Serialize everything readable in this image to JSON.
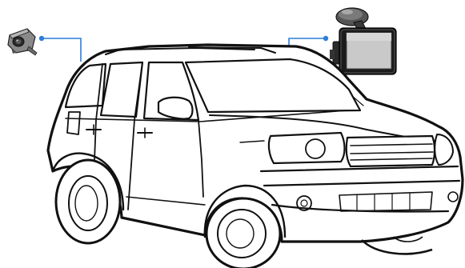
{
  "diagram": {
    "subject": "suv-line-drawing",
    "callouts": [
      {
        "id": "rear-camera",
        "icon": "backup-camera-icon",
        "points_to": "rear-of-vehicle"
      },
      {
        "id": "gps-monitor",
        "icon": "gps-monitor-icon",
        "points_to": "windshield"
      }
    ]
  },
  "colors": {
    "line": "#111111",
    "callout": "#2d7ed8",
    "screen": "#c9c9c9",
    "device": "#1b1b1b",
    "camera": "#7f7f7f"
  }
}
